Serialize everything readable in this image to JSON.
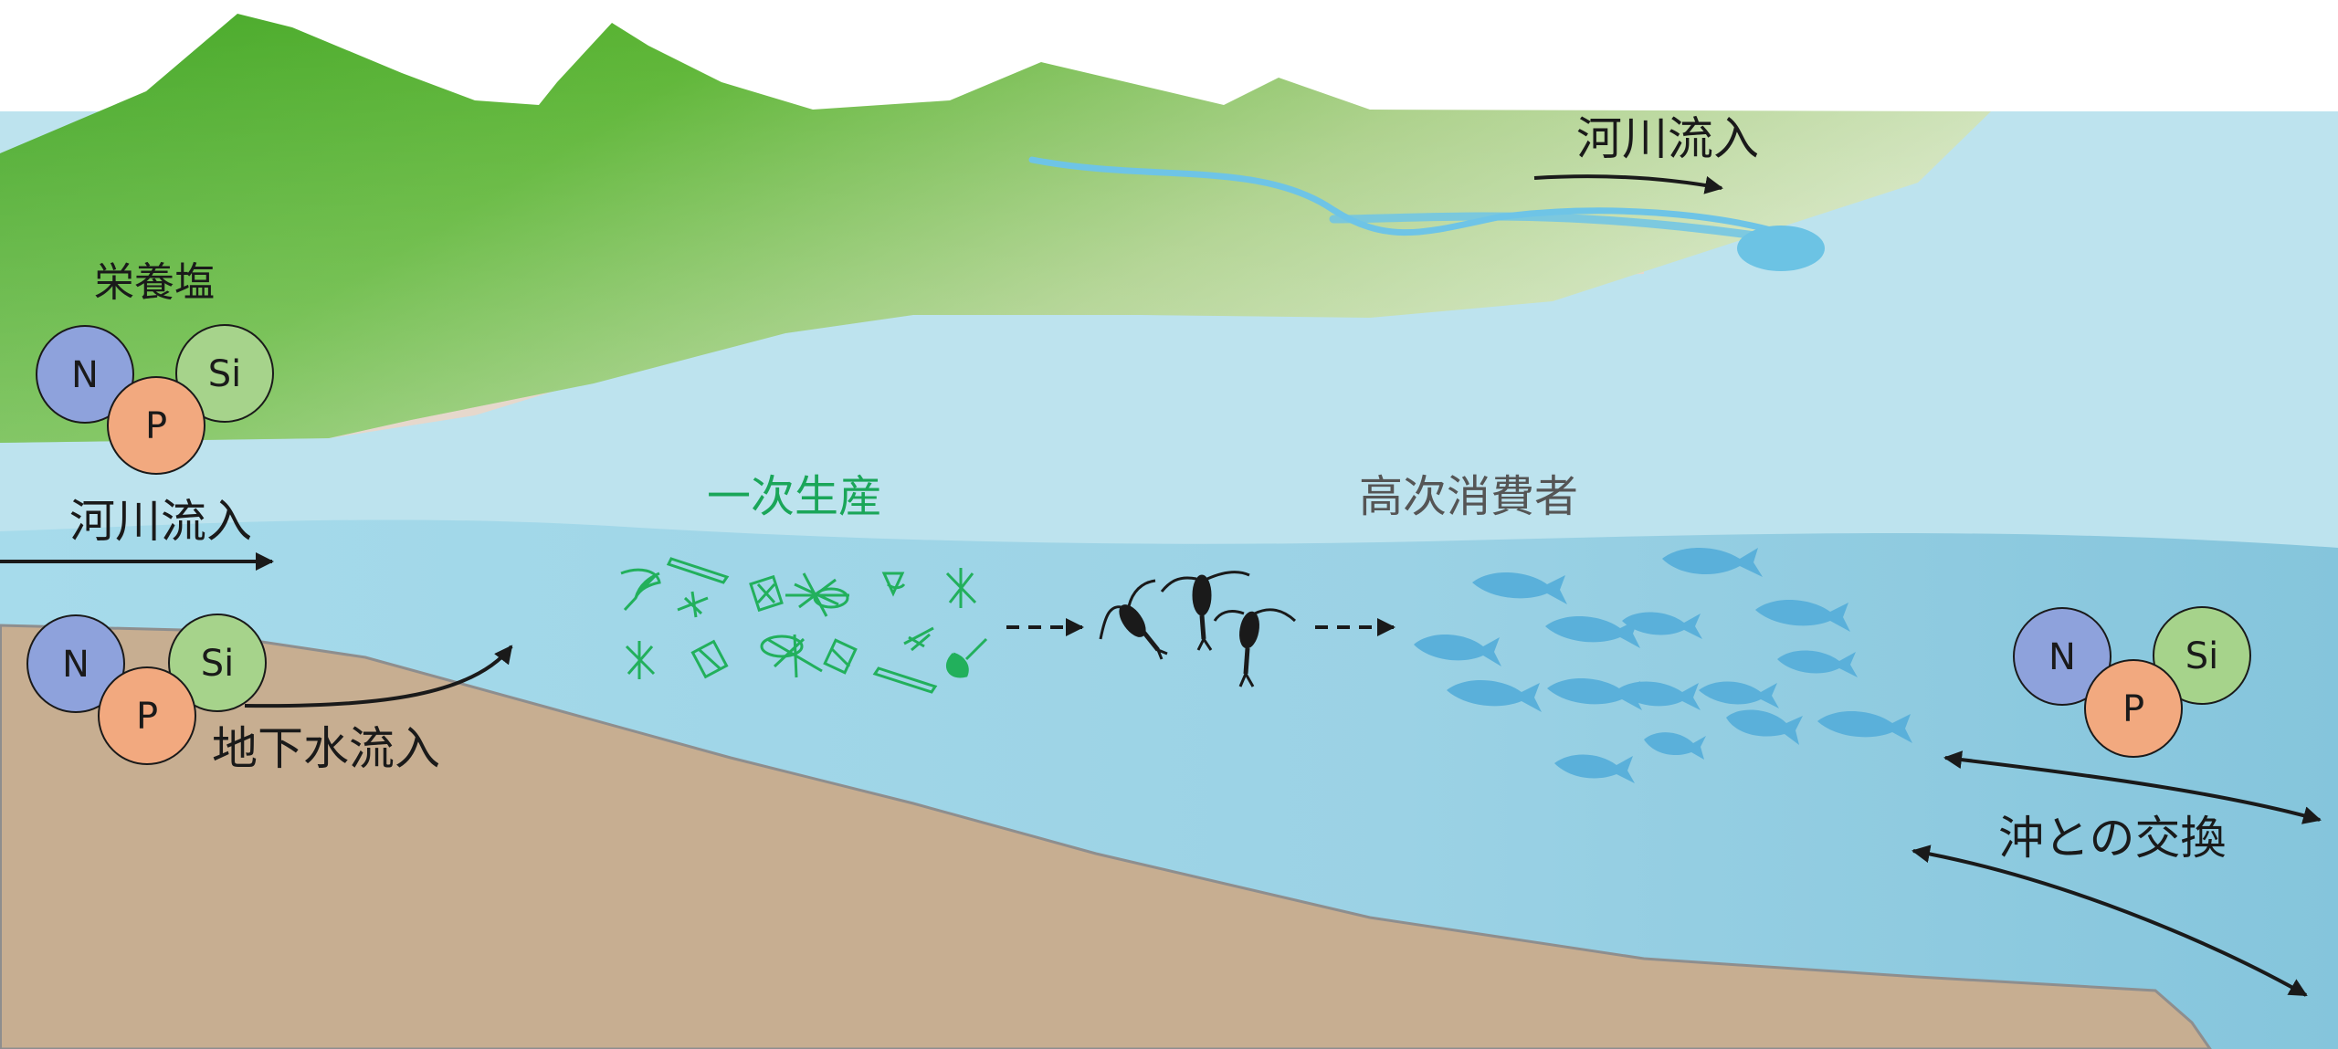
{
  "labels": {
    "river_inflow_top": "河川流入",
    "nutrients": "栄養塩",
    "river_inflow_left": "河川流入",
    "groundwater_inflow": "地下水流入",
    "primary_production": "一次生産",
    "higher_consumers": "高次消費者",
    "offshore_exchange": "沖との交換"
  },
  "nutrient_symbols": {
    "nitrogen": "N",
    "phosphorus": "P",
    "silicon": "Si"
  },
  "colors": {
    "land_green": "#5cb534",
    "land_light": "#c2dca8",
    "beach": "#e6d8cc",
    "water_light": "#bde3ee",
    "water_deep": "#8ccce0",
    "seabed": "#c7ae91",
    "nitrogen": "#8ea2dc",
    "phosphorus": "#f2a97f",
    "silicon": "#a6d38b",
    "phytoplankton": "#22b05c",
    "zooplankton": "#1a1a1a",
    "fish": "#5ab0da",
    "primary_text": "#1aa659",
    "consumer_text": "#555555"
  }
}
